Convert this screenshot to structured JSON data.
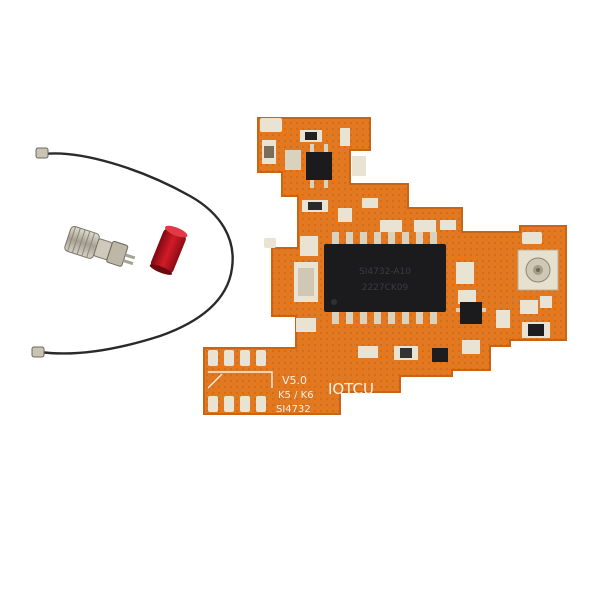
{
  "board": {
    "version_label": "V5.0",
    "model_label": "K5 / K6",
    "chip_label": "SI4732",
    "brand_label": "IOTCU",
    "ic_marking_line1": "SI4732-A10",
    "ic_marking_line2": "2227CK09"
  },
  "colors": {
    "pcb": "#e2781f",
    "pcb_edge": "#c96414",
    "pads": "#e9e3d4",
    "chip": "#1b1b1d",
    "cable": "#2a2a2a",
    "cap": "#b3101c",
    "connector_metal": "#b9b4a6"
  },
  "icons": [
    "sma-connector-icon",
    "antenna-cable-icon",
    "red-cap-icon",
    "pcb-module-icon"
  ]
}
